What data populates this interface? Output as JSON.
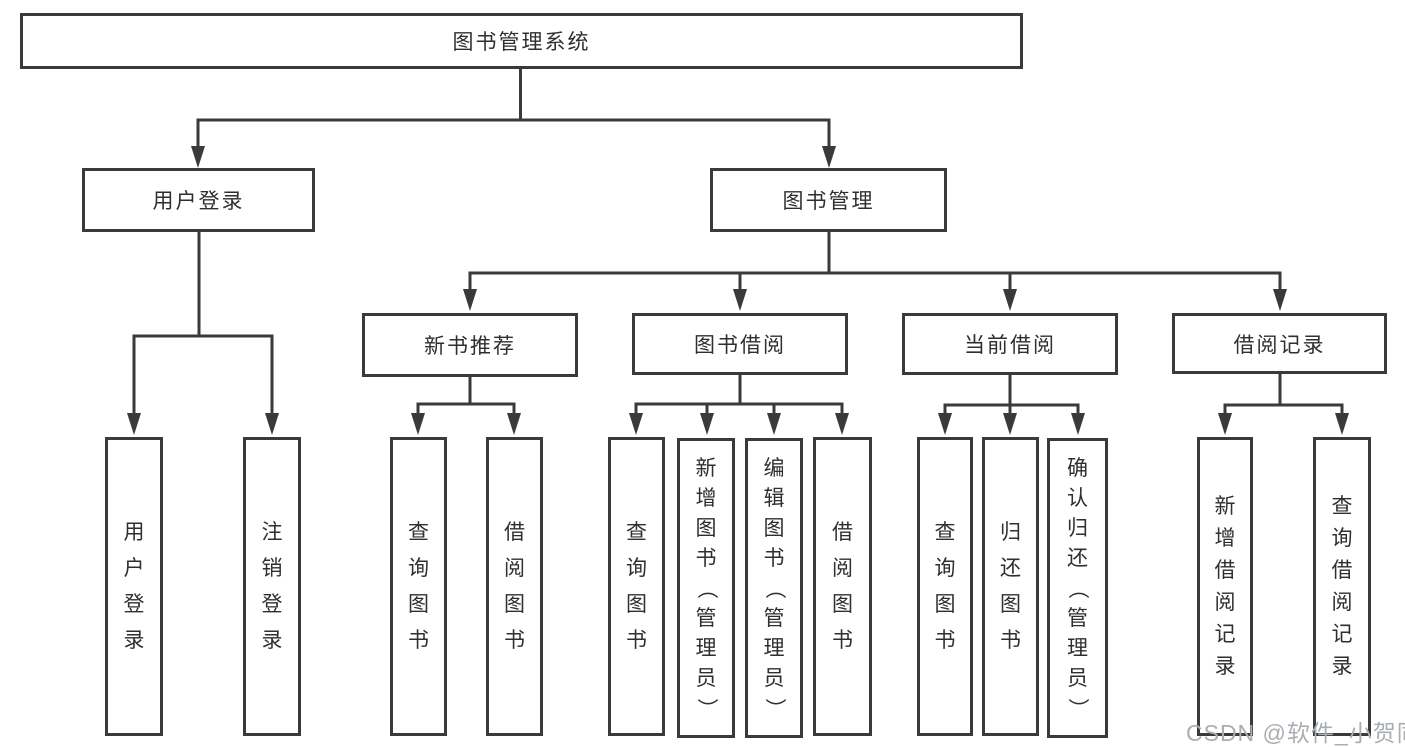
{
  "diagram_title": "图书管理系统",
  "nodes": {
    "root": "图书管理系统",
    "user_login": "用户登录",
    "book_mgmt": "图书管理",
    "new_book_rec": "新书推荐",
    "book_borrow": "图书借阅",
    "current_borrow": "当前借阅",
    "borrow_record": "借阅记录",
    "leaf_user_login": "用户登录",
    "leaf_logout": "注销登录",
    "leaf_nbr_query": "查询图书",
    "leaf_nbr_borrow": "借阅图书",
    "leaf_bb_query": "查询图书",
    "leaf_bb_add": "新增图书（管理员）",
    "leaf_bb_edit": "编辑图书（管理员）",
    "leaf_bb_borrow": "借阅图书",
    "leaf_cb_query": "查询图书",
    "leaf_cb_return": "归还图书",
    "leaf_cb_confirm": "确认归还（管理员）",
    "leaf_br_add": "新增借阅记录",
    "leaf_br_query": "查询借阅记录"
  },
  "watermark": "CSDN @软件_小贺同学",
  "colors": {
    "line": "#3a3a3a",
    "text": "#2f2f2f",
    "watermark": "#a9aeb3",
    "background": "#ffffff"
  }
}
